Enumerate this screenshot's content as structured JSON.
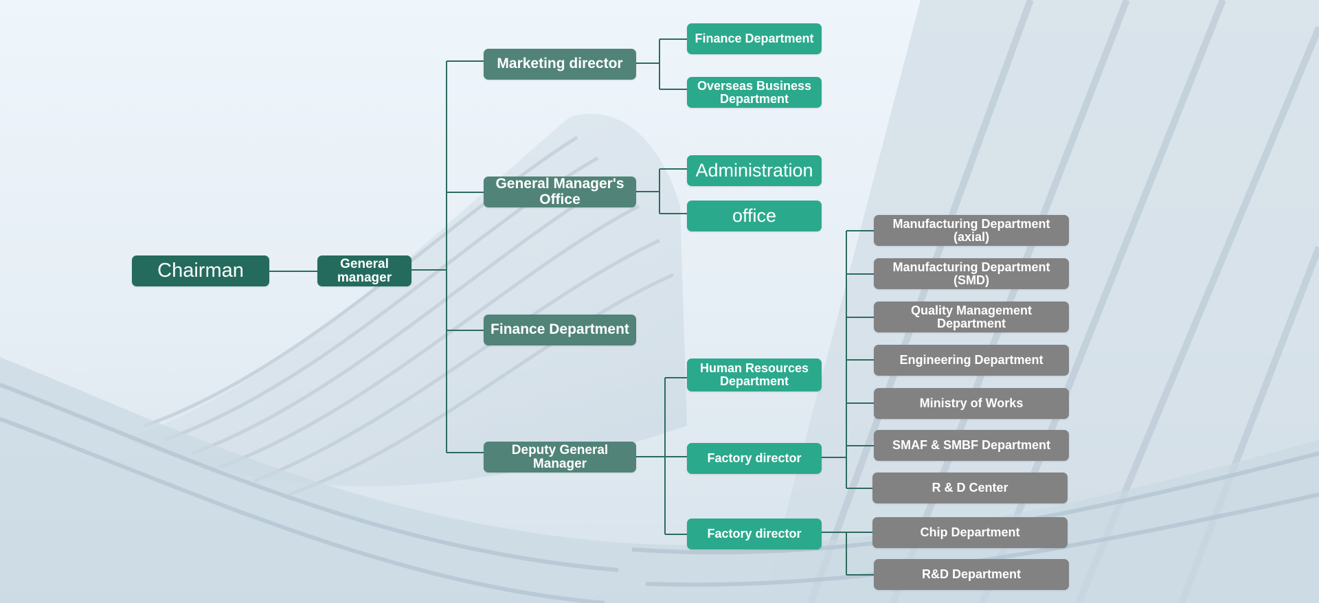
{
  "colors": {
    "root": "#246b5e",
    "level2": "#518378",
    "level3": "#2ba98c",
    "level4": "#828282",
    "connector": "#2c6b5d"
  },
  "org": {
    "chairman": "Chairman",
    "general_manager": "General manager",
    "marketing_director": "Marketing director",
    "finance_dept_marketing": "Finance Department",
    "overseas_business": "Overseas Business Department",
    "gm_office": "General Manager's Office",
    "administration": "Administration",
    "office": "office",
    "finance_department": "Finance Department",
    "deputy_gm": "Deputy General Manager",
    "hr_department": "Human Resources Department",
    "factory_director_1": "Factory director",
    "factory_director_2": "Factory director",
    "mfg_axial": "Manufacturing Department (axial)",
    "mfg_smd": "Manufacturing Department (SMD)",
    "quality_mgmt": "Quality Management Department",
    "engineering": "Engineering Department",
    "ministry_works": "Ministry of Works",
    "smaf_smbf": "SMAF & SMBF Department",
    "rd_center": "R & D Center",
    "chip_dept": "Chip Department",
    "rd_department": "R&D Department"
  }
}
